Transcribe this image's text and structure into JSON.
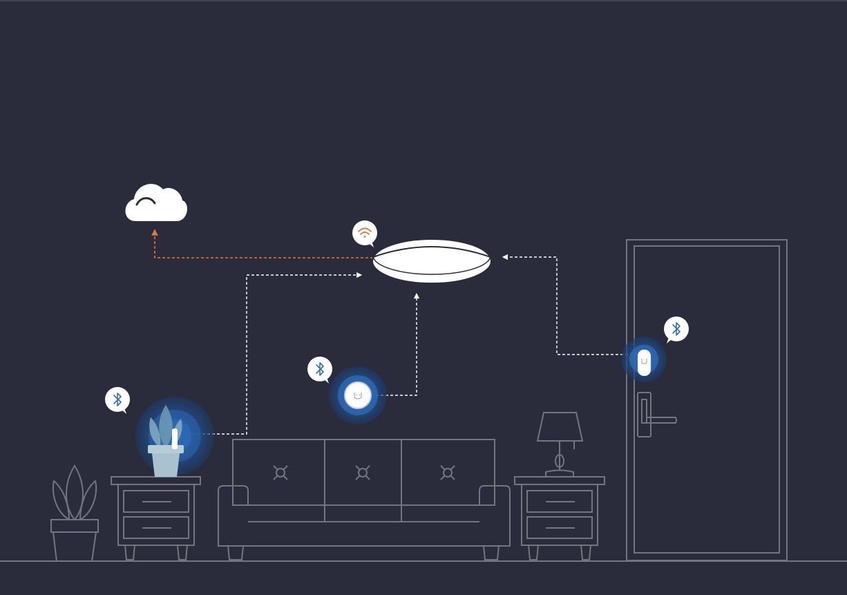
{
  "scene": {
    "colors": {
      "background": "#2a2b3b",
      "outline": "#74757f",
      "wifi_link": "#e07a3c",
      "bluetooth_link": "#ffffff",
      "bluetooth_glow": "#1f4f8f",
      "bluetooth_glyph": "#2f6fb8",
      "wifi_glyph": "#e07a3c"
    },
    "nodes": [
      {
        "id": "cloud",
        "icon": "cloud-icon"
      },
      {
        "id": "ceiling-light-gateway",
        "icon": "ceiling-light-icon",
        "badge": "wifi-icon"
      },
      {
        "id": "plant-sensor",
        "icon": "plant-sensor-icon",
        "badge": "bluetooth-icon"
      },
      {
        "id": "wireless-switch",
        "icon": "switch-icon",
        "badge": "bluetooth-icon"
      },
      {
        "id": "door-window-sensor",
        "icon": "door-sensor-icon",
        "badge": "bluetooth-icon"
      }
    ],
    "links": [
      {
        "from": "ceiling-light-gateway",
        "to": "cloud",
        "type": "wifi"
      },
      {
        "from": "plant-sensor",
        "to": "ceiling-light-gateway",
        "type": "bluetooth"
      },
      {
        "from": "wireless-switch",
        "to": "ceiling-light-gateway",
        "type": "bluetooth"
      },
      {
        "from": "door-window-sensor",
        "to": "ceiling-light-gateway",
        "type": "bluetooth"
      }
    ]
  }
}
